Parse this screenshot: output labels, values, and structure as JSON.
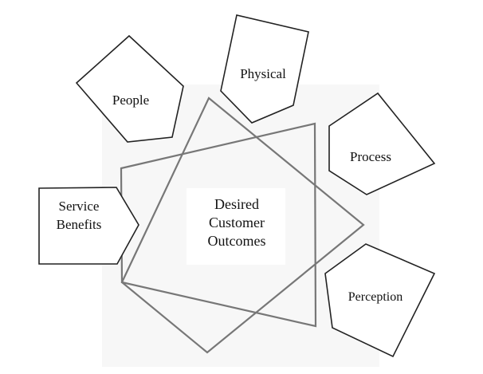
{
  "center": {
    "lines": [
      "Desired",
      "Customer",
      "Outcomes"
    ]
  },
  "elements": [
    {
      "id": "people",
      "lines": [
        "People"
      ]
    },
    {
      "id": "physical",
      "lines": [
        "Physical"
      ]
    },
    {
      "id": "process",
      "lines": [
        "Process"
      ]
    },
    {
      "id": "service-benefits",
      "lines": [
        "Service",
        "Benefits"
      ]
    },
    {
      "id": "perception",
      "lines": [
        "Perception"
      ]
    }
  ],
  "colors": {
    "outline": "#222222",
    "triangle_outline": "#777777",
    "center_backdrop": "#f7f7f7",
    "text": "#111111"
  }
}
